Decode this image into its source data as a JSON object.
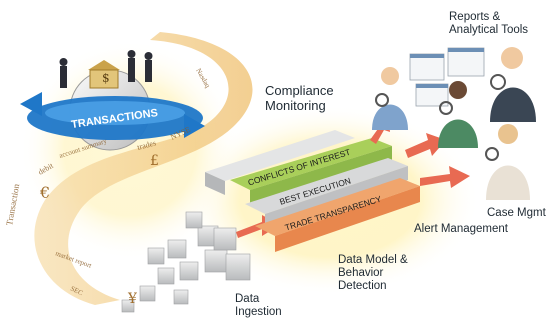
{
  "labels": {
    "transactions": "TRANSACTIONS",
    "compliance_monitoring": [
      "Compliance",
      "Monitoring"
    ],
    "reports_tools": [
      "Reports &",
      "Analytical Tools"
    ],
    "case_mgmt": "Case Mgmt",
    "alert_management": "Alert Management",
    "data_model": [
      "Data Model &",
      "Behavior",
      "Detection"
    ],
    "data_ingestion": [
      "Data",
      "Ingestion"
    ]
  },
  "bars": [
    "CONFLICTS OF INTEREST",
    "BEST EXECUTION",
    "TRADE TRANSPARENCY"
  ],
  "ribbon_words": [
    "Transaction",
    "debit",
    "account summary",
    "trades",
    "NYSE",
    "Nasdaq",
    "market report",
    "SEC"
  ],
  "currency_symbols": [
    "€",
    "$",
    "£",
    "¥"
  ],
  "colors": {
    "ribbon": "#f3c77a",
    "band_arrow": "#1f77c8",
    "bar_green": "#a9cf5a",
    "bar_orange": "#e8874d",
    "bar_gray": "#cfd1d3",
    "arrow": "#e86a52",
    "glow": "#fff2b8"
  }
}
